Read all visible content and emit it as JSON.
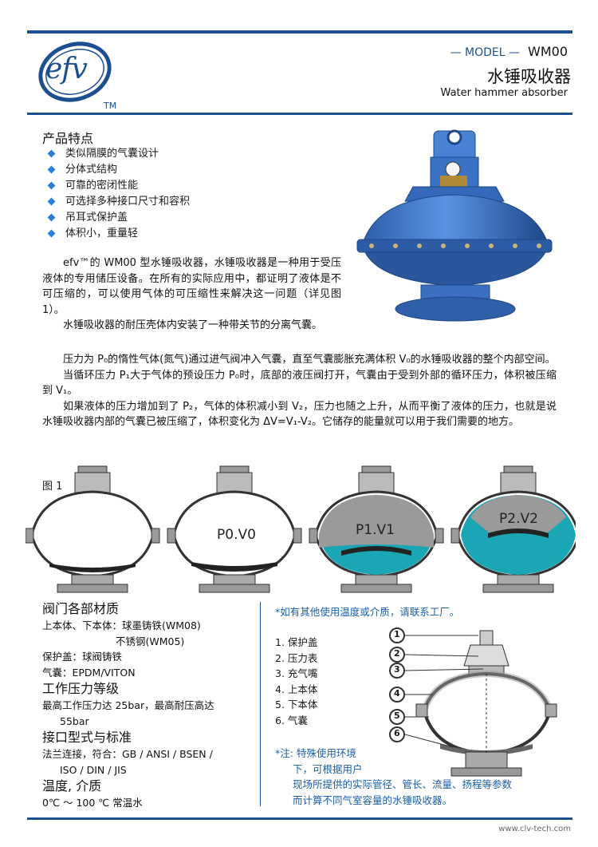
{
  "header": {
    "logo_text": "efv",
    "tm": "TM",
    "model_label": "— MODEL —",
    "model_code": "WM00",
    "title_cn": "水锤吸收器",
    "title_en": "Water hammer absorber"
  },
  "features": {
    "heading": "产品特点",
    "items": [
      "类似隔膜的气囊设计",
      "分体式结构",
      "可靠的密闭性能",
      "可选择多种接口尺寸和容积",
      "吊耳式保护盖",
      "体积小，重量轻"
    ]
  },
  "description": {
    "p1": "efv™的 WM00 型水锤吸收器，水锤吸收器是一种用于受压液体的专用储压设备。在所有的实际应用中，都证明了液体是不可压缩的，可以使用气体的可压缩性来解决这一问题（详见图1）。",
    "p2": "水锤吸收器的耐压壳体内安装了一种带关节的分离气囊。",
    "p3": "压力为 P₀的惰性气体(氮气)通过进气阀冲入气囊，直至气囊膨胀充满体积 V₀的水锤吸收器的整个内部空间。",
    "p4": "当循环压力 P₁大于气体的预设压力 P₀时，底部的液压阀打开，气囊由于受到外部的循环压力，体积被压缩到 V₁。",
    "p5": "如果液体的压力增加到了 P₂，气体的体积减小到 V₂，压力也随之上升，从而平衡了液体的压力，也就是说水锤吸收器内部的气囊已被压缩了，体积变化为 ΔV=V₁-V₂。它储存的能量就可以用于我们需要的地方。"
  },
  "figure": {
    "caption": "图 1",
    "stage_labels": [
      "P0.V0",
      "P1.V1",
      "P2.V2"
    ]
  },
  "materials": {
    "heading": "阀门各部材质",
    "lines": [
      "上本体、下本体：球墨铸铁(WM08)",
      "不锈钢(WM05)",
      "保护盖：球阀铸铁",
      "气囊：EPDM/VITON"
    ],
    "pressure_heading": "工作压力等级",
    "pressure_lines": [
      "最高工作压力达 25bar，最高耐压高达",
      "55bar"
    ],
    "connection_heading": "接口型式与标准",
    "connection_lines": [
      "法兰连接，符合：GB / ANSI / BSEN /",
      "ISO / DIN / JIS"
    ],
    "temp_heading": "温度, 介质",
    "temp_line": "0℃ ～ 100 ℃  常温水"
  },
  "notes": {
    "top": "*如有其他使用温度或介质，请联系工厂。",
    "bottom_1": "*注: 特殊使用环境",
    "bottom_2": "下，可根据用户",
    "bottom_3": "现场所提供的实际管径、管长、流量、扬程等参数",
    "bottom_4": "而计算不同气室容量的水锤吸收器。"
  },
  "parts": {
    "items": [
      "1. 保护盖",
      "2. 压力表",
      "3. 充气嘴",
      "4. 上本体",
      "5. 下本体",
      "6. 气囊"
    ],
    "callouts": [
      "1",
      "2",
      "3",
      "4",
      "5",
      "6"
    ]
  },
  "footer": {
    "url": "www.clv-tech.com"
  },
  "colors": {
    "brand": "#1c4f8f",
    "accent": "#2a7fd3",
    "water": "#1aa6b5",
    "bladder": "#9a9a9a"
  }
}
